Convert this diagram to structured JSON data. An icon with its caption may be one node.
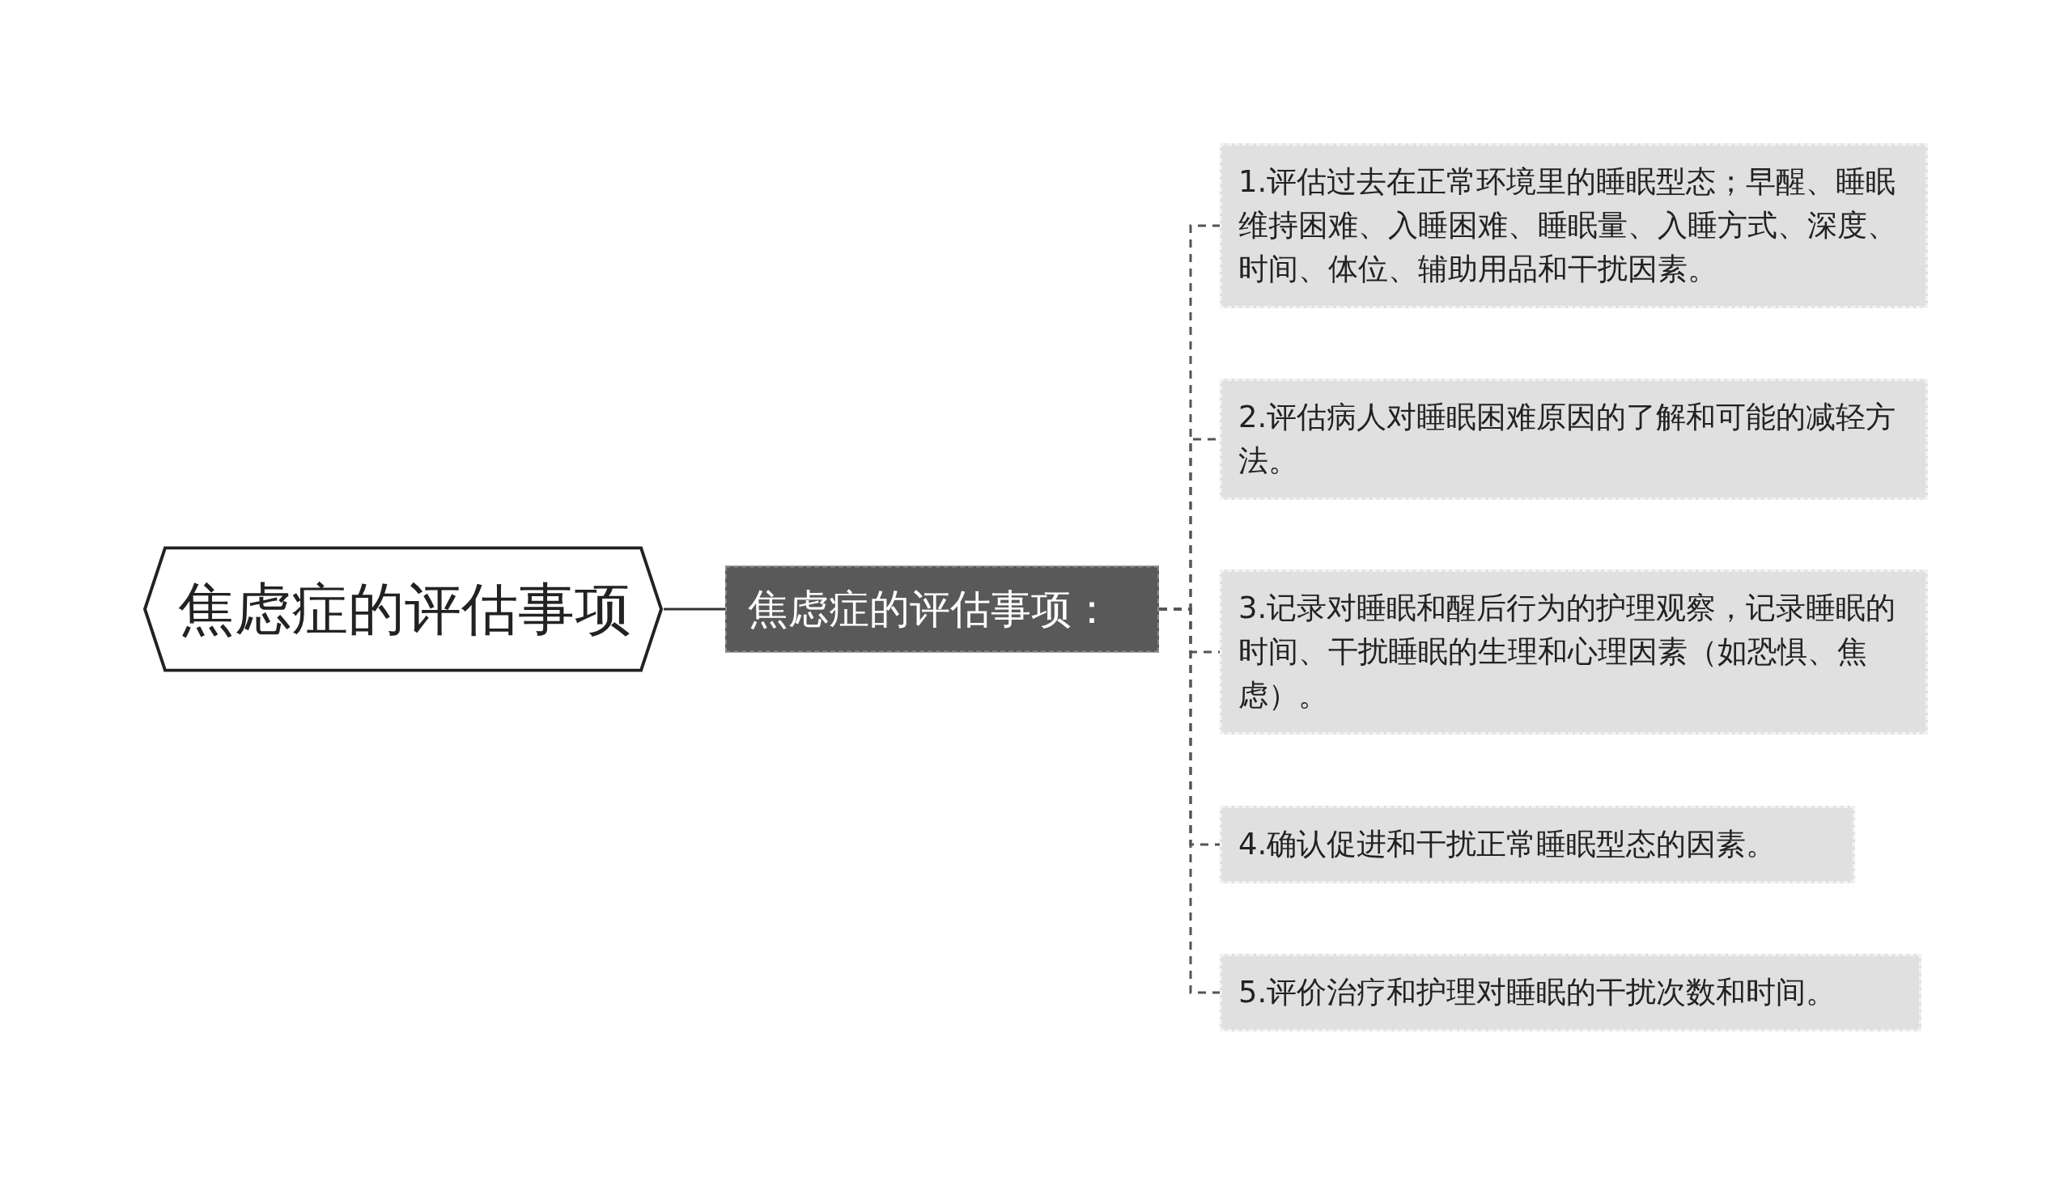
{
  "diagram": {
    "nodes": [
      {
        "text": [
          "焦虑症的评估事项"
        ]
      },
      {
        "text": [
          "焦虑症的评估事项："
        ]
      },
      {
        "text": [
          "1.评估过去在正常环境里的睡眠型态；早醒、睡眠维持困难、入睡困难、睡眠量、入睡方式、深度、时间、体位、辅助用品和干扰因素。"
        ]
      },
      {
        "text": [
          "2.评估病人对睡眠困难原因的了解和可能的减轻方法。"
        ]
      },
      {
        "text": [
          "3.记录对睡眠和醒后行为的护理观察，记录睡眠的时间、干扰睡眠的生理和心理因素（如恐惧、焦虑）。"
        ]
      },
      {
        "text": [
          "4.确认促进和干扰正常睡眠型态的因素。"
        ]
      },
      {
        "text": [
          "5.评价治疗和护理对睡眠的干扰次数和时间。"
        ]
      }
    ],
    "edges": [
      {
        "from": 0,
        "to": 1,
        "arrow": "none"
      },
      {
        "from": 1,
        "to": 2,
        "arrow": "none",
        "style": "dashed"
      },
      {
        "from": 1,
        "to": 3,
        "arrow": "none",
        "style": "dashed"
      },
      {
        "from": 1,
        "to": 4,
        "arrow": "none",
        "style": "dashed"
      },
      {
        "from": 1,
        "to": 5,
        "arrow": "none",
        "style": "dashed"
      },
      {
        "from": 1,
        "to": 6,
        "arrow": "none",
        "style": "dashed"
      }
    ]
  }
}
